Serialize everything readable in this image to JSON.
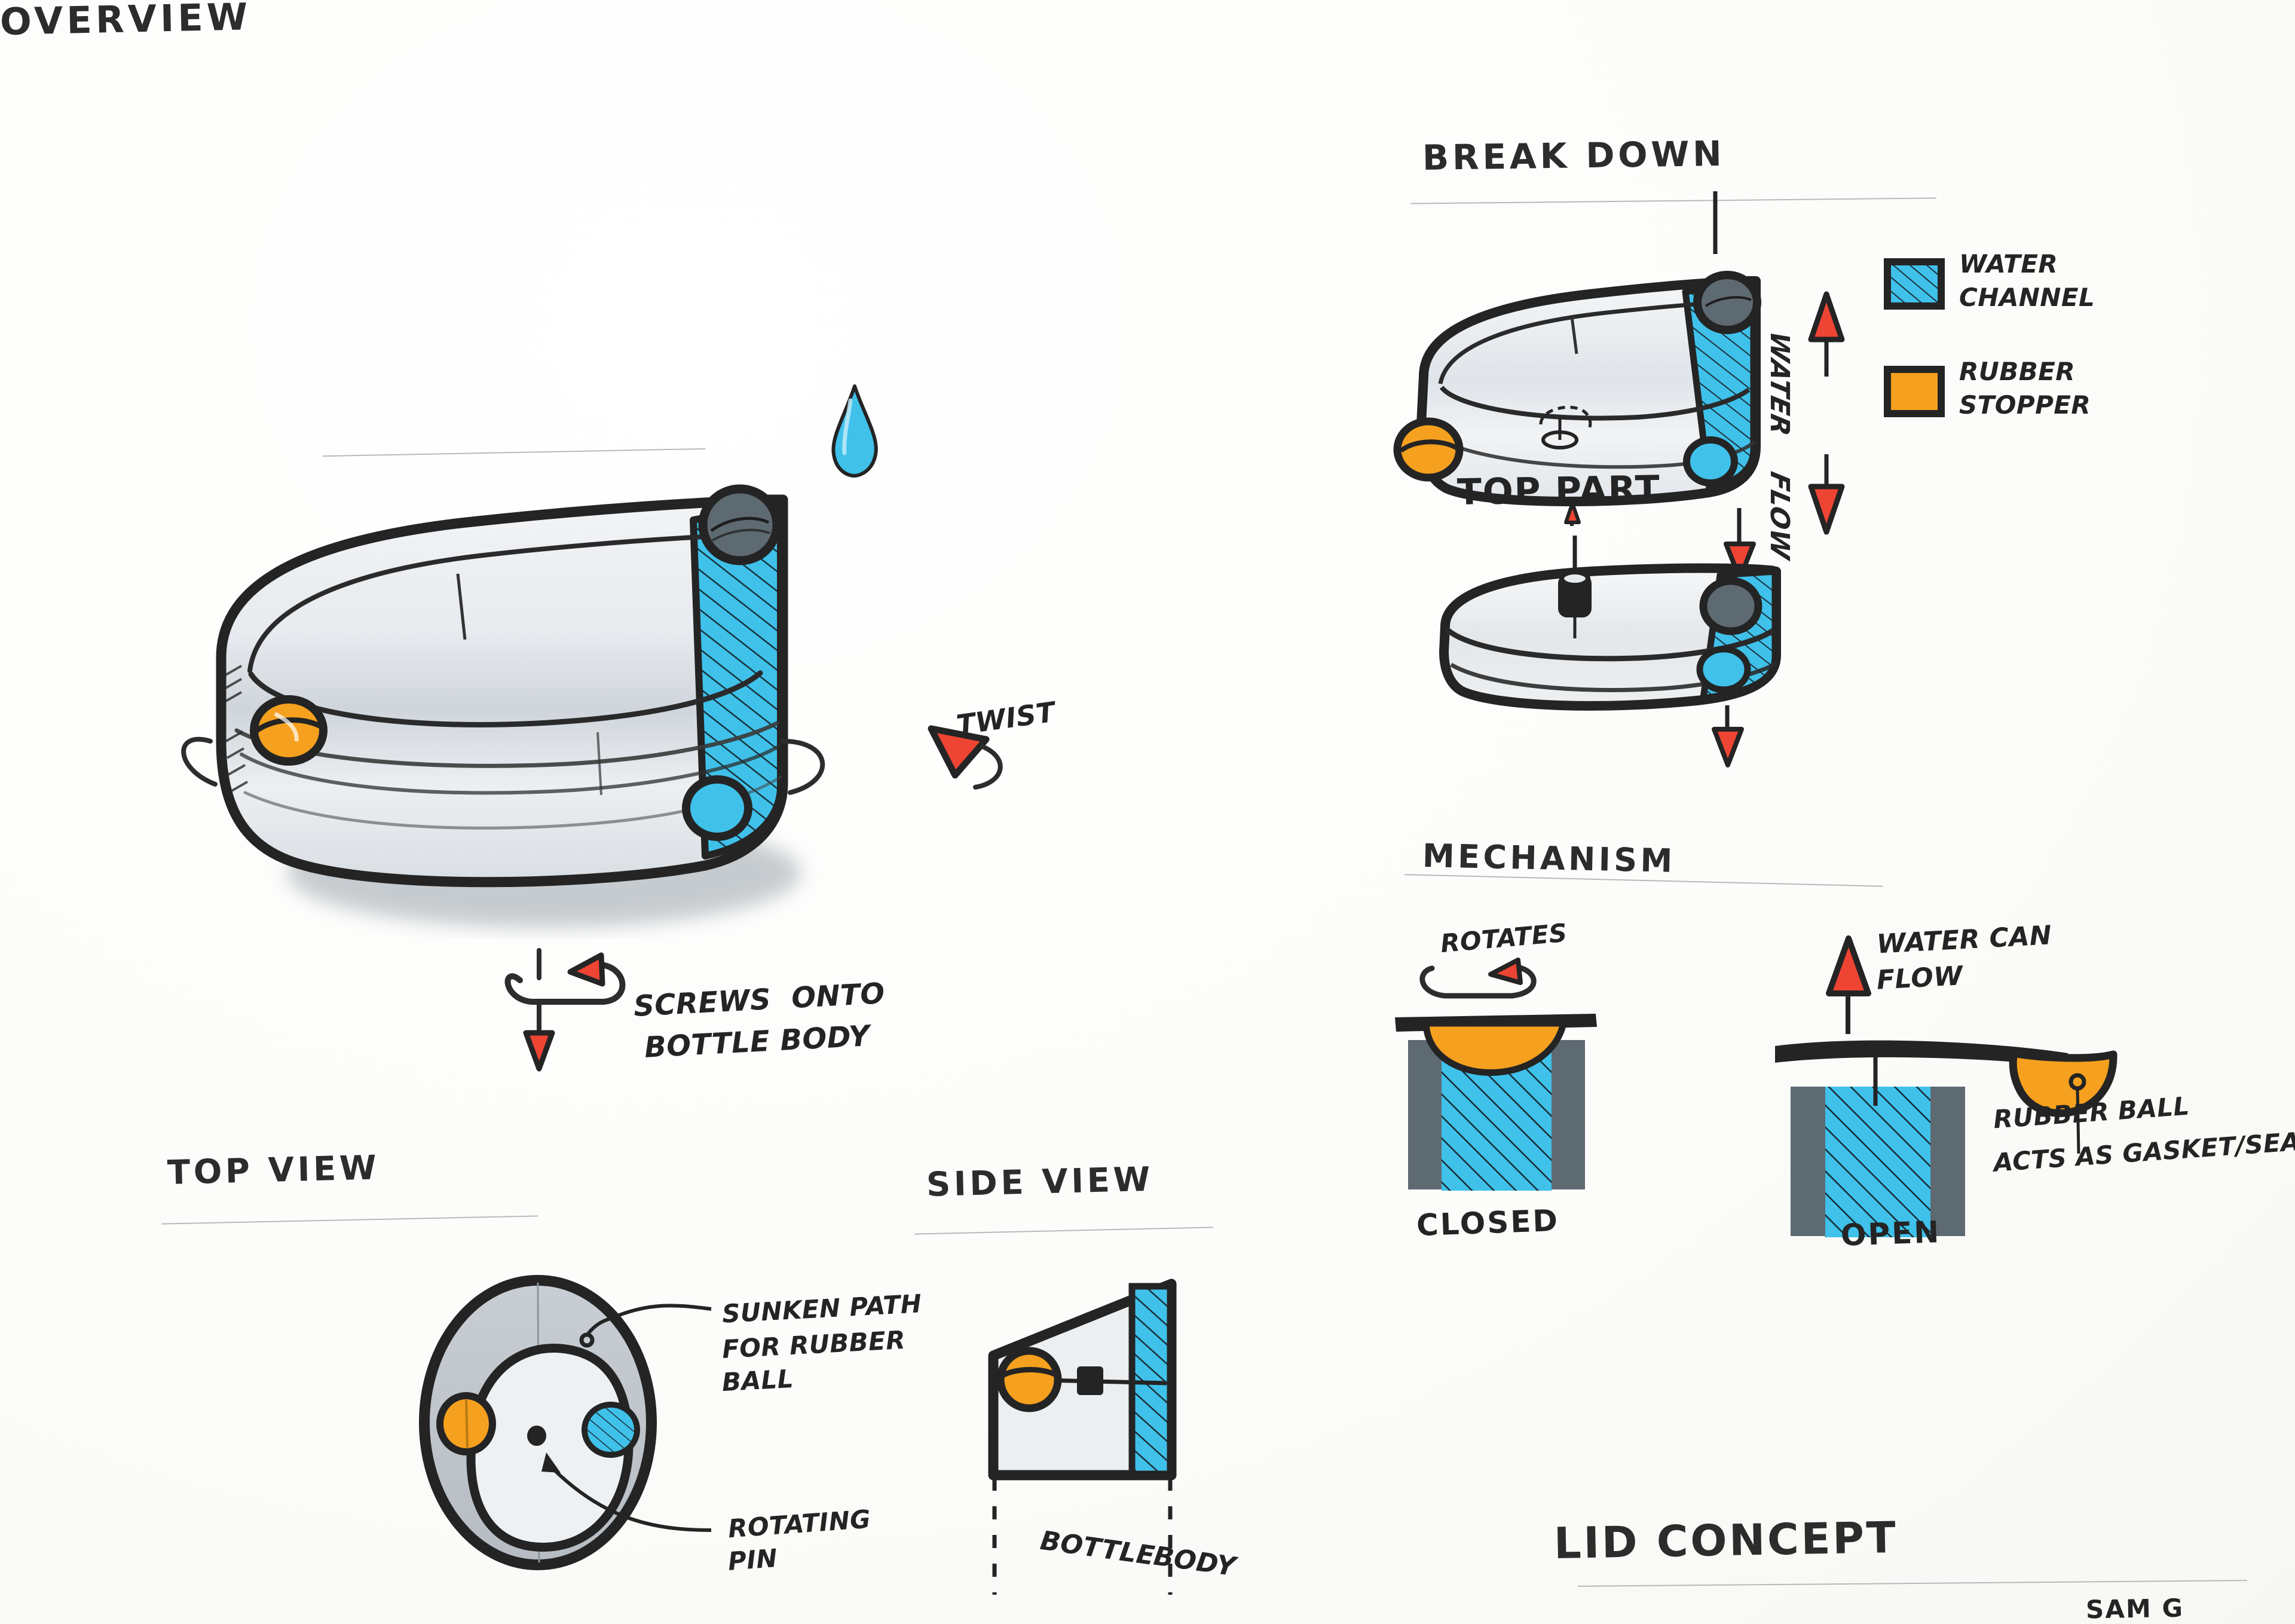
{
  "sheet": {
    "title": "LID CONCEPT",
    "author": "SAM G",
    "background": "#fdfdfb",
    "ink": "#242424"
  },
  "colors": {
    "water_blue": "#3fc1ea",
    "water_blue_dark": "#1fa9d8",
    "rubber_orange": "#f5a01e",
    "rubber_orange_dark": "#e08a0a",
    "arrow_red": "#ee4433",
    "grey_fill": "#5e6a72",
    "ink": "#242424",
    "light_grey": "#dfe3e6"
  },
  "sections": {
    "overview": {
      "title": "OVERVIEW",
      "annotations": {
        "twist": "TWIST",
        "screws_line1": "SCREWS  ONTO",
        "screws_line2": "BOTTLE BODY"
      }
    },
    "breakdown": {
      "title": "BREAK DOWN",
      "annotations": {
        "top_part": "TOP PART",
        "water": "WATER",
        "flow": "FLOW"
      },
      "legend": [
        {
          "label_line1": "WATER",
          "label_line2": "CHANNEL",
          "swatch": "water-channel",
          "color": "#3fc1ea",
          "hatched": true
        },
        {
          "label_line1": "RUBBER",
          "label_line2": "STOPPER",
          "swatch": "rubber-stopper",
          "color": "#f5a01e",
          "hatched": false
        }
      ]
    },
    "mechanism": {
      "title": "MECHANISM",
      "states": [
        {
          "name": "CLOSED",
          "note": "ROTATES"
        },
        {
          "name": "OPEN",
          "note_line1": "WATER CAN",
          "note_line2": "FLOW"
        }
      ],
      "callout_line1": "RUBBER BALL",
      "callout_line2": "ACTS AS GASKET/SEAL"
    },
    "top_view": {
      "title": "TOP VIEW",
      "callouts": {
        "sunken_line1": "SUNKEN PATH",
        "sunken_line2": "FOR RUBBER",
        "sunken_line3": "BALL",
        "pin_line1": "ROTATING",
        "pin_line2": "PIN"
      }
    },
    "side_view": {
      "title": "SIDE VIEW",
      "callouts": {
        "bottle_line1": "BOTTLE",
        "bottle_line2": "BODY"
      }
    }
  }
}
